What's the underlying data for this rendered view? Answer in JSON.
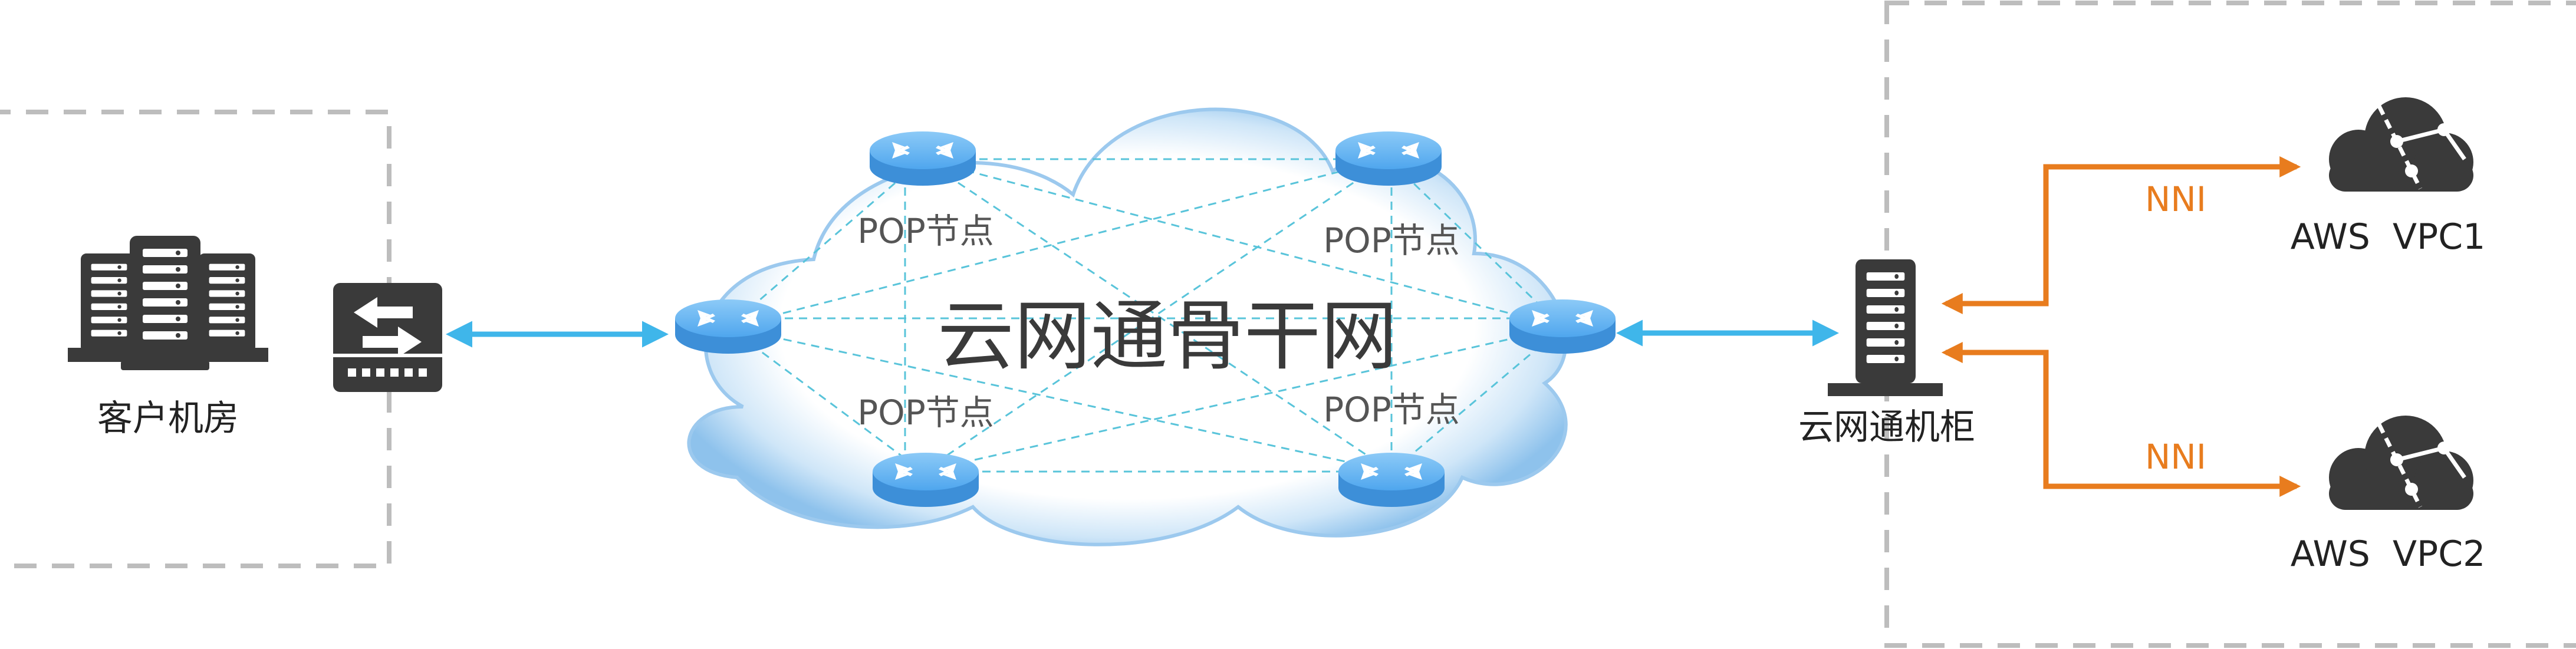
{
  "labels": {
    "customer_room": "客户机房",
    "backbone": "云网通骨干网",
    "pop_node": "POP节点",
    "cabinet": "云网通机柜",
    "nni": "NNI",
    "vpc1": "AWS  VPC1",
    "vpc2": "AWS  VPC2"
  },
  "colors": {
    "link_blue": "#3fb6ea",
    "nni_orange": "#e87c1e",
    "icon_dark": "#3a3a3a",
    "router_blue": "#5aaef0",
    "dashed_border": "#bdbdbd",
    "mesh_line": "#59c4da"
  }
}
